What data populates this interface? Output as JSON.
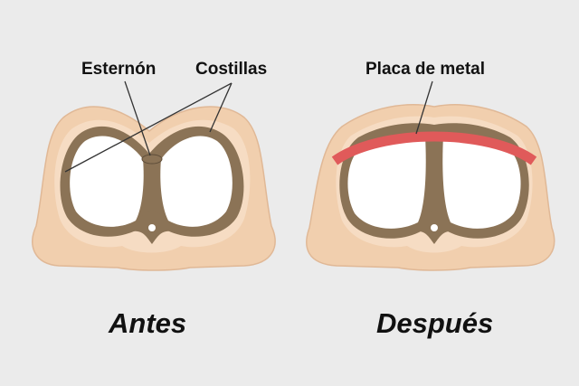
{
  "labels": {
    "sternum": "Esternón",
    "ribs": "Costillas",
    "plate": "Placa de metal"
  },
  "captions": {
    "before": "Antes",
    "after": "Después"
  },
  "colors": {
    "background": "#ebebeb",
    "skin_outer": "#f1cfae",
    "skin_inner": "#f6dcc3",
    "skin_outline": "#e0b896",
    "rib_bone": "#8b7356",
    "rib_inner": "#d9c2a3",
    "lung": "#ffffff",
    "plate": "#e05a5a",
    "text": "#111111"
  }
}
